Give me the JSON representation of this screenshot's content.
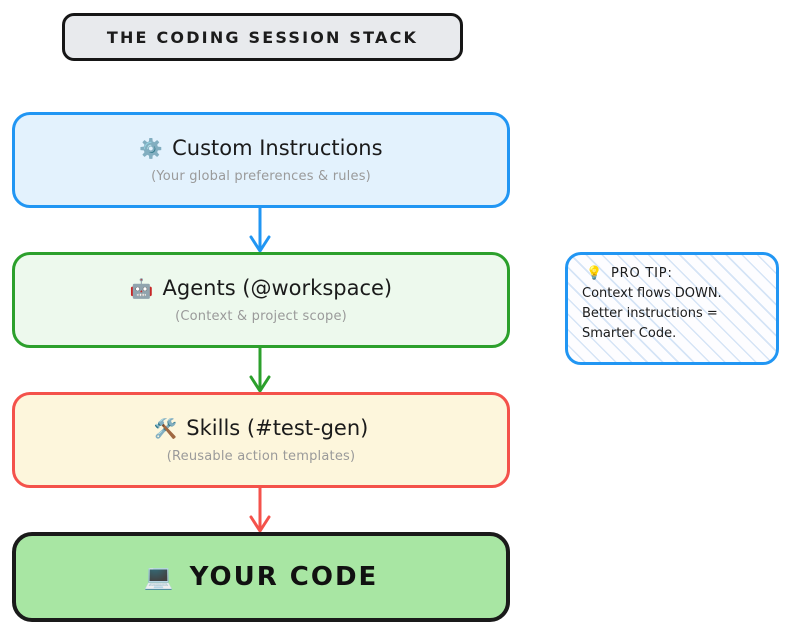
{
  "title": {
    "text": "THE CODING SESSION STACK"
  },
  "stack": [
    {
      "id": "custom-instructions",
      "emoji": "⚙️",
      "emoji_name": "gear-icon",
      "label": "Custom Instructions",
      "subtitle": "(Your global preferences & rules)",
      "border_color": "#2196f3",
      "fill_color": "#e3f2fd"
    },
    {
      "id": "agents",
      "emoji": "🤖",
      "emoji_name": "robot-icon",
      "label": "Agents (@workspace)",
      "subtitle": "(Context & project scope)",
      "border_color": "#2ca02c",
      "fill_color": "#edf9ed"
    },
    {
      "id": "skills",
      "emoji": "🛠️",
      "emoji_name": "hammer-and-wrench-icon",
      "label": "Skills (#test-gen)",
      "subtitle": "(Reusable action templates)",
      "border_color": "#f4524b",
      "fill_color": "#fdf6dc"
    }
  ],
  "final": {
    "id": "your-code",
    "emoji": "💻",
    "emoji_name": "laptop-icon",
    "label": "YOUR CODE",
    "border_color": "#1a1a1a",
    "fill_color": "#a8e6a3"
  },
  "arrows": [
    {
      "id": "arrow-instructions-to-agents",
      "color": "#2196f3"
    },
    {
      "id": "arrow-agents-to-skills",
      "color": "#2ca02c"
    },
    {
      "id": "arrow-skills-to-code",
      "color": "#f4524b"
    }
  ],
  "protip": {
    "emoji": "💡",
    "emoji_name": "lightbulb-icon",
    "heading": "PRO TIP:",
    "lines": [
      "Context flows DOWN.",
      "Better instructions =",
      "Smarter Code."
    ],
    "border_color": "#2196f3"
  }
}
